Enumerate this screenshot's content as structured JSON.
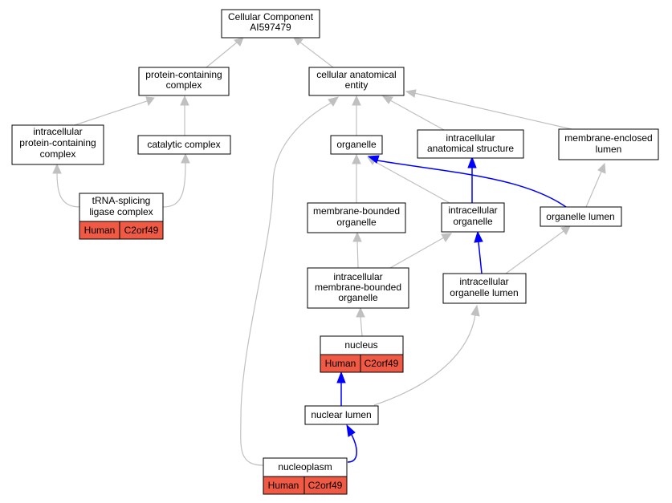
{
  "colors": {
    "annotation_fill": "#f05a44",
    "edge_gray": "#c0c0c0",
    "edge_blue": "#0000ff"
  },
  "nodes": {
    "root": {
      "lines": [
        "Cellular Component",
        "AI597479"
      ]
    },
    "protein_complex": {
      "lines": [
        "protein-containing",
        "complex"
      ]
    },
    "cellular_anatomical_entity": {
      "lines": [
        "cellular anatomical",
        "entity"
      ]
    },
    "intracellular_protein_complex": {
      "lines": [
        "intracellular",
        "protein-containing",
        "complex"
      ]
    },
    "catalytic_complex": {
      "lines": [
        "catalytic complex"
      ]
    },
    "organelle": {
      "lines": [
        "organelle"
      ]
    },
    "intracellular_anatomical_structure": {
      "lines": [
        "intracellular",
        "anatomical structure"
      ]
    },
    "membrane_enclosed_lumen": {
      "lines": [
        "membrane-enclosed",
        "lumen"
      ]
    },
    "trna_splicing": {
      "lines": [
        "tRNA-splicing",
        "ligase complex"
      ],
      "annotation": [
        "Human",
        "C2orf49"
      ]
    },
    "membrane_bounded_organelle": {
      "lines": [
        "membrane-bounded",
        "organelle"
      ]
    },
    "intracellular_organelle": {
      "lines": [
        "intracellular",
        "organelle"
      ]
    },
    "organelle_lumen": {
      "lines": [
        "organelle lumen"
      ]
    },
    "intracellular_mb_organelle": {
      "lines": [
        "intracellular",
        "membrane-bounded",
        "organelle"
      ]
    },
    "intracellular_organelle_lumen": {
      "lines": [
        "intracellular",
        "organelle lumen"
      ]
    },
    "nucleus": {
      "lines": [
        "nucleus"
      ],
      "annotation": [
        "Human",
        "C2orf49"
      ]
    },
    "nuclear_lumen": {
      "lines": [
        "nuclear lumen"
      ]
    },
    "nucleoplasm": {
      "lines": [
        "nucleoplasm"
      ],
      "annotation": [
        "Human",
        "C2orf49"
      ]
    }
  }
}
